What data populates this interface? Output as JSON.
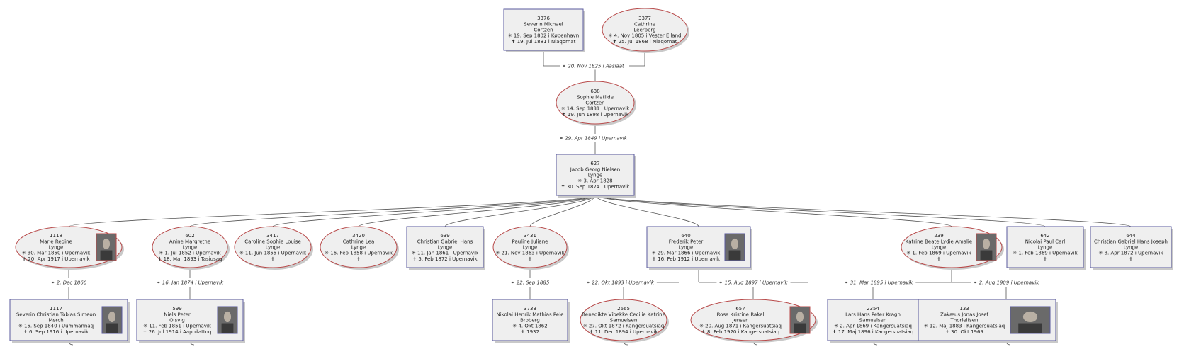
{
  "colors": {
    "male_border": "#5a5a9e",
    "female_border": "#b84a4a",
    "box_fill": "#efefef",
    "shadow": "#c9c9c9",
    "line": "#555555"
  },
  "persons": [
    {
      "id": "3376",
      "sex": "m",
      "lines": [
        "3376",
        "Severin Michael",
        "Cortzen",
        "✳ 19. Sep 1802 i  København",
        "✝ 19. Jul 1881 i  Niaqornat"
      ]
    },
    {
      "id": "3377",
      "sex": "f",
      "lines": [
        "3377",
        "Cathrine",
        "Leerberg",
        "✳ 4. Nov 1805 i  Vester Ejland",
        "✝ 25. Jul 1868 i  Niaqornat"
      ]
    },
    {
      "id": "638",
      "sex": "f",
      "lines": [
        "638",
        "Sophie Matilde",
        "Cortzen",
        "✳ 14. Sep 1831 i  Upernavik",
        "✝ 19. Jun 1898 i  Upernavik"
      ]
    },
    {
      "id": "627",
      "sex": "m",
      "lines": [
        "627",
        "Jacob Georg Nielsen",
        "Lynge",
        "✳ 3. Apr 1828",
        "✝ 30. Sep 1874 i  Upernavik"
      ]
    },
    {
      "id": "1118",
      "sex": "f",
      "photo": true,
      "lines": [
        "1118",
        "Marie Regine",
        "Lynge",
        "✳ 30. Mar 1850 i  Upernavik",
        "✝ 20. Apr 1917 i  Upernavik"
      ]
    },
    {
      "id": "602",
      "sex": "f",
      "lines": [
        "602",
        "Anine Margrethe",
        "Lynge",
        "✳ 1. Jul 1852 i  Upernavik",
        "✝ 18. Mar 1893 i  Tasiusaq"
      ]
    },
    {
      "id": "3417",
      "sex": "f",
      "lines": [
        "3417",
        "Caroline Sophie Louise",
        "Lynge",
        "✳ 11. Jun 1855 i  Upernavik",
        "✝"
      ]
    },
    {
      "id": "3420",
      "sex": "f",
      "lines": [
        "3420",
        "Cathrine Lea",
        "Lynge",
        "✳ 16. Feb 1858 i  Upernavik",
        "✝"
      ]
    },
    {
      "id": "639",
      "sex": "m",
      "lines": [
        "639",
        "Christian Gabriel Hans",
        "Lynge",
        "✳ 11. Jan 1861 i  Upernavik",
        "✝ 5. Feb 1872 i  Upernavik"
      ]
    },
    {
      "id": "3431",
      "sex": "f",
      "lines": [
        "3431",
        "Pauline Juliane",
        "Lynge",
        "✳ 21. Nov 1863 i  Upernavik",
        "✝"
      ]
    },
    {
      "id": "640",
      "sex": "m",
      "photo": true,
      "lines": [
        "640",
        "Frederik Peter",
        "Lynge",
        "✳ 29. Mar 1866 i  Upernavik",
        "✝ 16. Feb 1912 i  Upernavik"
      ]
    },
    {
      "id": "239",
      "sex": "f",
      "photo": true,
      "lines": [
        "239",
        "Katrine Beate Lydie Amalie",
        "Lynge",
        "✳ 1. Feb 1869 i  Upernavik",
        "✝"
      ]
    },
    {
      "id": "642",
      "sex": "m",
      "lines": [
        "642",
        "Nicolai Paul Carl",
        "Lynge",
        "✳ 1. Feb 1869 i  Upernavik",
        "✝"
      ]
    },
    {
      "id": "644",
      "sex": "m",
      "lines": [
        "644",
        "Christian Gabriel Hans Joseph",
        "Lynge",
        "✳ 8. Apr 1872 i  Upernavik",
        "✝"
      ]
    },
    {
      "id": "1117",
      "sex": "m",
      "photo": true,
      "lines": [
        "1117",
        "Severin Christian Tobias Simeon",
        "Mørch",
        "✳ 15. Sep 1840 i  Uummannaq",
        "✝ 6. Sep 1916 i  Upernavik"
      ]
    },
    {
      "id": "599",
      "sex": "m",
      "photo": true,
      "lines": [
        "599",
        "Niels Peter",
        "Olsvig",
        "✳ 11. Feb 1851 i  Upernavik",
        "✝ 26. Jul 1914 i  Aappilattoq"
      ]
    },
    {
      "id": "3733",
      "sex": "m",
      "lines": [
        "3733",
        "Nikolai Henrik Mathias Pele",
        "Broberg",
        "✳ 4. Okt 1862",
        "✝ 1932"
      ]
    },
    {
      "id": "2665",
      "sex": "f",
      "lines": [
        "2665",
        "Benedikte Vibekke Cecilie Katrine",
        "Samuelsen",
        "✳ 27. Okt 1872 i  Kangersuatsiaq",
        "✝ 11. Dec 1894 i  Upernavik"
      ]
    },
    {
      "id": "657",
      "sex": "f",
      "photo": true,
      "lines": [
        "657",
        "Rosa Kristine Rakel",
        "Jensen",
        "✳ 20. Aug 1871 i  Kangersuatsiaq",
        "✝ 8. Feb 1920 i  Kangersuatsiaq"
      ]
    },
    {
      "id": "2354",
      "sex": "m",
      "lines": [
        "2354",
        "Lars Hans Peter Kragh",
        "Samuelsen",
        "✳ 2. Apr 1869 i  Kangersuatsiaq",
        "✝ 17. Maj 1896 i  Kangersuatsiaq"
      ]
    },
    {
      "id": "133",
      "sex": "m",
      "photo": true,
      "lines": [
        "133",
        "Zakæus Jonas Josef",
        "Thorleifsen",
        "✳ 12. Maj 1883 i  Kangersuatsiaq",
        "✝ 30. Okt 1969"
      ]
    }
  ],
  "marriages": [
    {
      "id": "m1",
      "text": "⚭ 20. Nov 1825 i  Aasiaat"
    },
    {
      "id": "m2",
      "text": "⚭ 29. Apr 1849 i  Upernavik"
    },
    {
      "id": "m3",
      "text": "⚭ 2. Dec 1866"
    },
    {
      "id": "m4",
      "text": "⚭ 16. Jan 1874 i  Upernavik"
    },
    {
      "id": "m5",
      "text": "⚭ 22. Sep 1885"
    },
    {
      "id": "m6",
      "text": "⚭ 22. Okt 1893 i  Upernavik"
    },
    {
      "id": "m7",
      "text": "⚭ 15. Aug 1897 i  Upernavik"
    },
    {
      "id": "m8",
      "text": "⚭ 31. Mar 1895 i  Upernavik"
    },
    {
      "id": "m9",
      "text": "⚭ 2. Aug 1909 i  Upernavik"
    }
  ]
}
